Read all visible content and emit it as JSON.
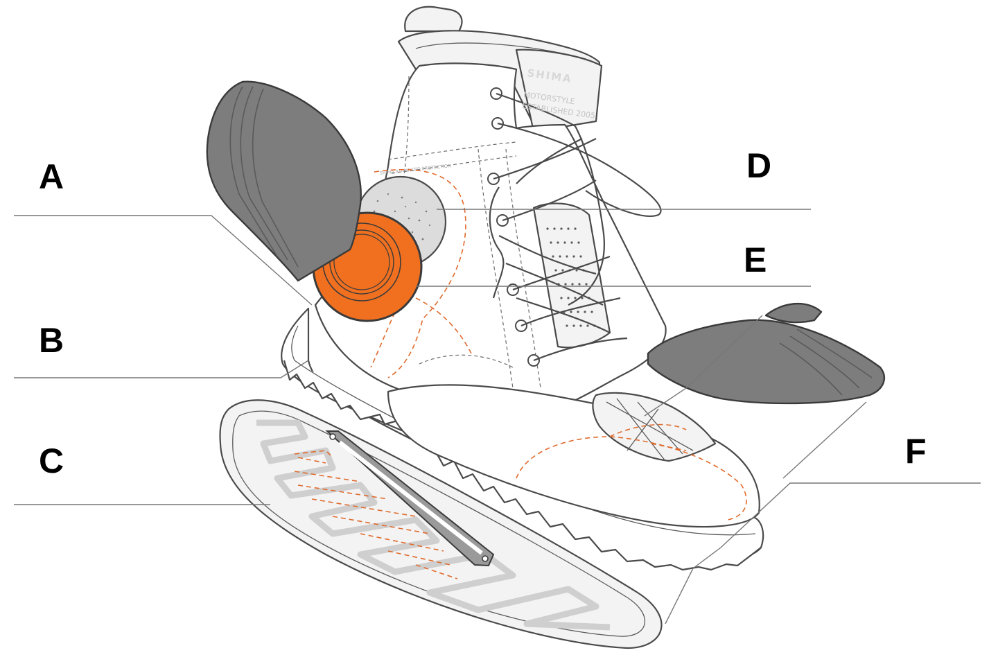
{
  "labels": {
    "a": "A",
    "b": "B",
    "c": "C",
    "d": "D",
    "e": "E",
    "f": "F"
  },
  "boot_text": {
    "brand": "SHIMA",
    "tagline_1": "MOTORSTYLE",
    "tagline_2": "ESTABLISHED 2005",
    "protection": "SHIMA ADVANCED PROTECTION"
  },
  "colors": {
    "protector_orange": "#f07020",
    "armour_grey": "#7d7d7d",
    "outline": "#4a4a4a",
    "stitching_orange": "#e06a2c",
    "leader_line": "#777777"
  }
}
